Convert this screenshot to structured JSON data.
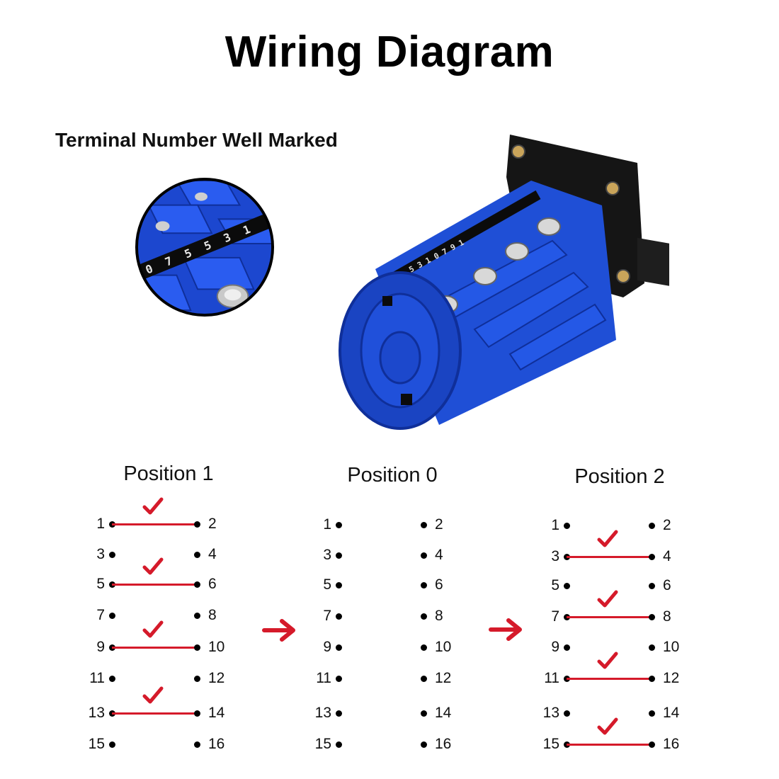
{
  "page": {
    "title": "Wiring Diagram",
    "subtitle": "Terminal Number Well Marked"
  },
  "colors": {
    "accent_red": "#d51a2a",
    "switch_blue": "#1e4fd8",
    "switch_black": "#151515"
  },
  "positions": [
    {
      "label": "Position 1",
      "pairs": [
        {
          "left": "1",
          "right": "2",
          "connected": true
        },
        {
          "left": "3",
          "right": "4",
          "connected": false
        },
        {
          "left": "5",
          "right": "6",
          "connected": true
        },
        {
          "left": "7",
          "right": "8",
          "connected": false
        },
        {
          "left": "9",
          "right": "10",
          "connected": true
        },
        {
          "left": "11",
          "right": "12",
          "connected": false
        },
        {
          "left": "13",
          "right": "14",
          "connected": true
        },
        {
          "left": "15",
          "right": "16",
          "connected": false
        }
      ]
    },
    {
      "label": "Position 0",
      "pairs": [
        {
          "left": "1",
          "right": "2",
          "connected": false
        },
        {
          "left": "3",
          "right": "4",
          "connected": false
        },
        {
          "left": "5",
          "right": "6",
          "connected": false
        },
        {
          "left": "7",
          "right": "8",
          "connected": false
        },
        {
          "left": "9",
          "right": "10",
          "connected": false
        },
        {
          "left": "11",
          "right": "12",
          "connected": false
        },
        {
          "left": "13",
          "right": "14",
          "connected": false
        },
        {
          "left": "15",
          "right": "16",
          "connected": false
        }
      ]
    },
    {
      "label": "Position 2",
      "pairs": [
        {
          "left": "1",
          "right": "2",
          "connected": false
        },
        {
          "left": "3",
          "right": "4",
          "connected": true
        },
        {
          "left": "5",
          "right": "6",
          "connected": false
        },
        {
          "left": "7",
          "right": "8",
          "connected": true
        },
        {
          "left": "9",
          "right": "10",
          "connected": false
        },
        {
          "left": "11",
          "right": "12",
          "connected": true
        },
        {
          "left": "13",
          "right": "14",
          "connected": false
        },
        {
          "left": "15",
          "right": "16",
          "connected": true
        }
      ]
    }
  ],
  "icons": {
    "check": "check-icon",
    "arrow": "arrow-right-icon"
  }
}
